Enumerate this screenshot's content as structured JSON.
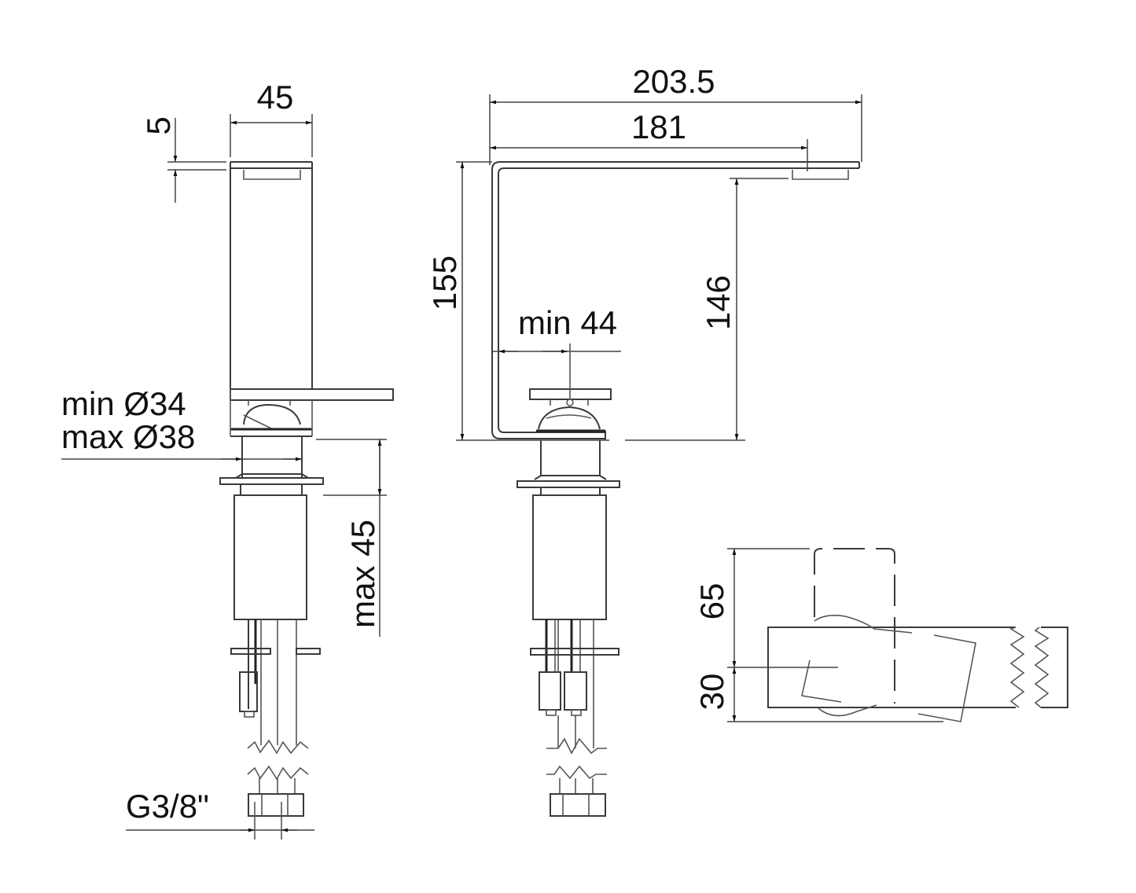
{
  "drawing": {
    "title": "Single-lever basin mixer dimensional drawing",
    "line_color": "#3a3a3a",
    "background": "#ffffff"
  },
  "front_view": {
    "width_label": "45",
    "top_plate_label": "5",
    "hole_min_label": "min Ø34",
    "hole_max_label": "max Ø38",
    "deck_thickness_label": "max 45",
    "connection_label": "G3/8\""
  },
  "side_view": {
    "overall_length_label": "203.5",
    "spout_reach_label": "181",
    "overall_height_label": "155",
    "spout_height_label": "146",
    "min_clearance_label": "min 44"
  },
  "plan_view": {
    "upper_label": "65",
    "lower_label": "30"
  }
}
